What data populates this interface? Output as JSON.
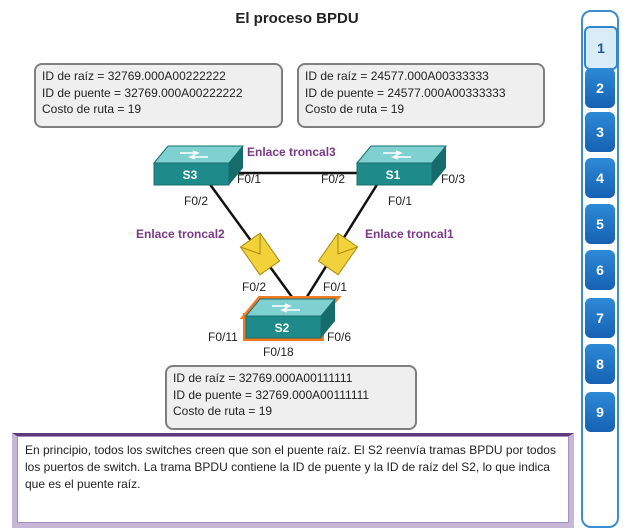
{
  "title": "El proceso BPDU",
  "boxes": {
    "s3": {
      "root": "ID de raíz = 32769.000A00222222",
      "bridge": "ID de puente = 32769.000A00222222",
      "cost": "Costo de ruta = 19"
    },
    "s1": {
      "root": "ID de raíz = 24577.000A00333333",
      "bridge": "ID de puente = 24577.000A00333333",
      "cost": "Costo de ruta = 19"
    },
    "s2": {
      "root": "ID de raíz = 32769.000A00111111",
      "bridge": "ID de puente = 32769.000A00111111",
      "cost": "Costo de ruta = 19"
    }
  },
  "switches": {
    "s3": "S3",
    "s1": "S1",
    "s2": "S2"
  },
  "links": {
    "trunk3": "Enlace troncal3",
    "trunk2": "Enlace troncal2",
    "trunk1": "Enlace troncal1"
  },
  "ports": {
    "s3_f01": "F0/1",
    "s3_f02": "F0/2",
    "s1_f02": "F0/2",
    "s1_f03": "F0/3",
    "s1_f01": "F0/1",
    "s2_f02": "F0/2",
    "s2_f01": "F0/1",
    "s2_f011": "F0/11",
    "s2_f06": "F0/6",
    "s2_f018": "F0/18"
  },
  "narration": "En principio, todos los switches creen que son el puente raíz. El S2 reenvía tramas BPDU por todos los puertos de switch. La trama BPDU contiene la ID de puente y la ID de raíz del S2, lo que indica que es el puente raíz.",
  "steps": [
    "1",
    "2",
    "3",
    "4",
    "5",
    "6",
    "7",
    "8",
    "9"
  ],
  "colors": {
    "switch": "#1f8a8a",
    "link_label": "#7a3a86",
    "envelope": "#f2d23a",
    "highlight": "#f07a20",
    "step_button": "#1f74c4"
  }
}
